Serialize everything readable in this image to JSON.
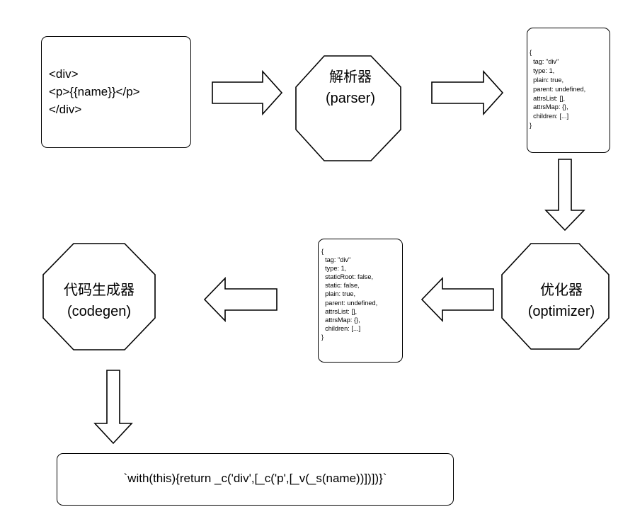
{
  "source_template": {
    "lines": [
      "<div>",
      "",
      "<p>{{name}}</p>",
      "</div>"
    ]
  },
  "parser": {
    "title": "解析器",
    "subtitle": "(parser)"
  },
  "ast_raw": {
    "lines": [
      "{",
      "  tag: \"div\"",
      "  type: 1,",
      "  plain: true,",
      "  parent: undefined,",
      "  attrsList: [],",
      "  attrsMap: {},",
      "  children: [...]",
      "}"
    ]
  },
  "optimizer": {
    "title": "优化器",
    "subtitle": "(optimizer)"
  },
  "ast_optimized": {
    "lines": [
      "{",
      "  tag: \"div\"",
      "  type: 1,",
      "  staticRoot: false,",
      "  static: false,",
      "  plain: true,",
      "  parent: undefined,",
      "  attrsList: [],",
      "  attrsMap: {},",
      "  children: [...]",
      "}"
    ]
  },
  "codegen": {
    "title": "代码生成器",
    "subtitle": "(codegen)"
  },
  "render_code": {
    "text": "`with(this){return _c('div',[_c('p',[_v(_s(name))])])}`"
  }
}
